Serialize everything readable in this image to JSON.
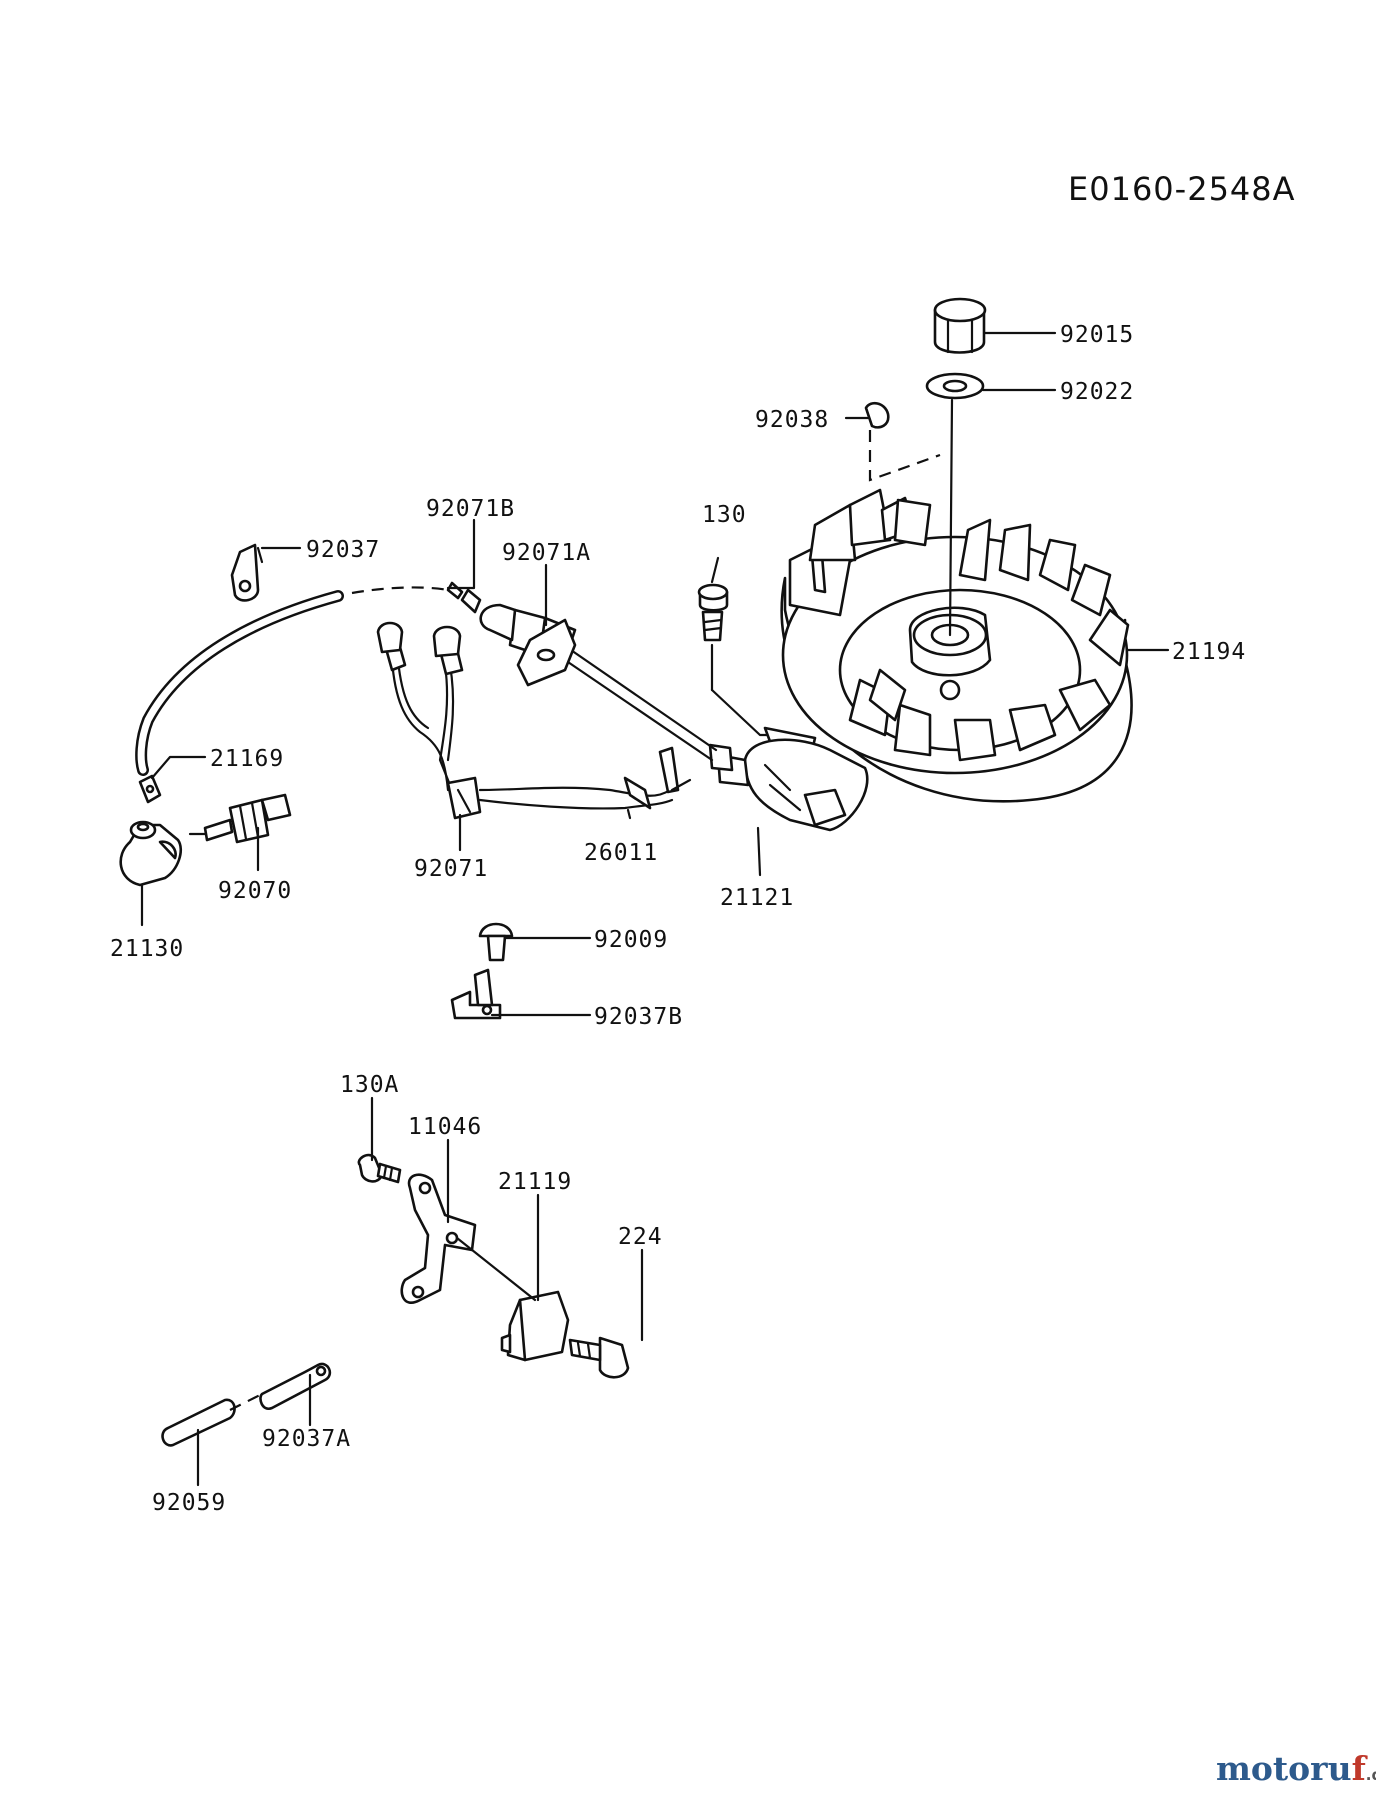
{
  "diagram_code": "E0160-2548A",
  "watermark": {
    "brand_main": "motoru",
    "brand_accent": "f",
    "tld": ".de"
  },
  "labels": {
    "p92015": "92015",
    "p92022": "92022",
    "p92038": "92038",
    "p92071B": "92071B",
    "p92071A": "92071A",
    "p130": "130",
    "p92037": "92037",
    "p21194": "21194",
    "p21169": "21169",
    "p92070": "92070",
    "p21130": "21130",
    "p92071": "92071",
    "p26011": "26011",
    "p21121": "21121",
    "p92009": "92009",
    "p92037B": "92037B",
    "p130A": "130A",
    "p11046": "11046",
    "p21119": "21119",
    "p224": "224",
    "p92037A": "92037A",
    "p92059": "92059"
  }
}
